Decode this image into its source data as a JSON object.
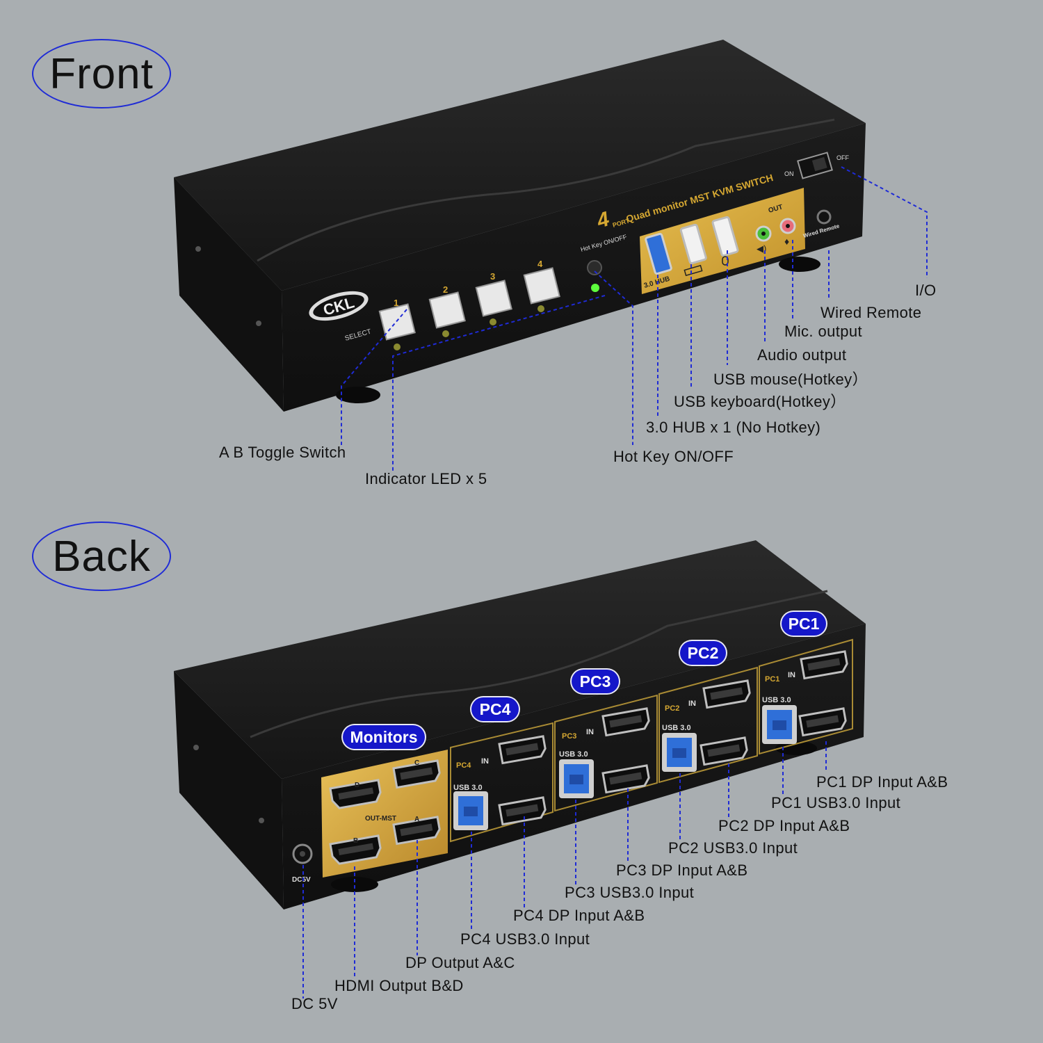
{
  "sections": {
    "front": "Front",
    "back": "Back"
  },
  "device": {
    "logo": "CKL",
    "model_prefix": "4",
    "model_port": "PORT",
    "model": "Quad monitor MST KVM SWITCH",
    "select": "SELECT",
    "port_numbers": [
      "1",
      "2",
      "3",
      "4"
    ],
    "hotkey_label": "Hot Key ON/OFF",
    "hub_label": "3.0 HUB",
    "out_label": "OUT",
    "on": "ON",
    "off": "OFF",
    "wired_remote": "Wired Remote",
    "out_mst": "OUT-MST",
    "usb30": "USB 3.0",
    "in": "IN",
    "dc5v": "DC5V",
    "port_letters": {
      "a": "A",
      "b": "B",
      "c": "C",
      "d": "D"
    },
    "pc_tags": [
      "PC1",
      "PC2",
      "PC3",
      "PC4"
    ]
  },
  "front_callouts": [
    "I/O",
    "Wired Remote",
    "Mic. output",
    "Audio output",
    "USB mouse(Hotkey）",
    "USB keyboard(Hotkey）",
    "3.0 HUB x 1 (No Hotkey)",
    "Hot Key ON/OFF",
    "A B Toggle Switch",
    "Indicator LED x 5"
  ],
  "back_pills": [
    "PC1",
    "PC2",
    "PC3",
    "PC4",
    "Monitors"
  ],
  "back_callouts": [
    "PC1 DP Input A&B",
    "PC1 USB3.0 Input",
    "PC2 DP Input A&B",
    "PC2 USB3.0 Input",
    "PC3 DP Input A&B",
    "PC3 USB3.0 Input",
    "PC4 DP Input A&B",
    "PC4 USB3.0 Input",
    "DP Output A&C",
    "HDMI Output B&D",
    "DC 5V"
  ],
  "colors": {
    "background": "#a9aeb1",
    "body": "#1b1b1b",
    "gold": "#d6a832",
    "leader": "#1f2bd6",
    "pill": "#1517c9",
    "usb3_blue": "#2f6fd8"
  }
}
